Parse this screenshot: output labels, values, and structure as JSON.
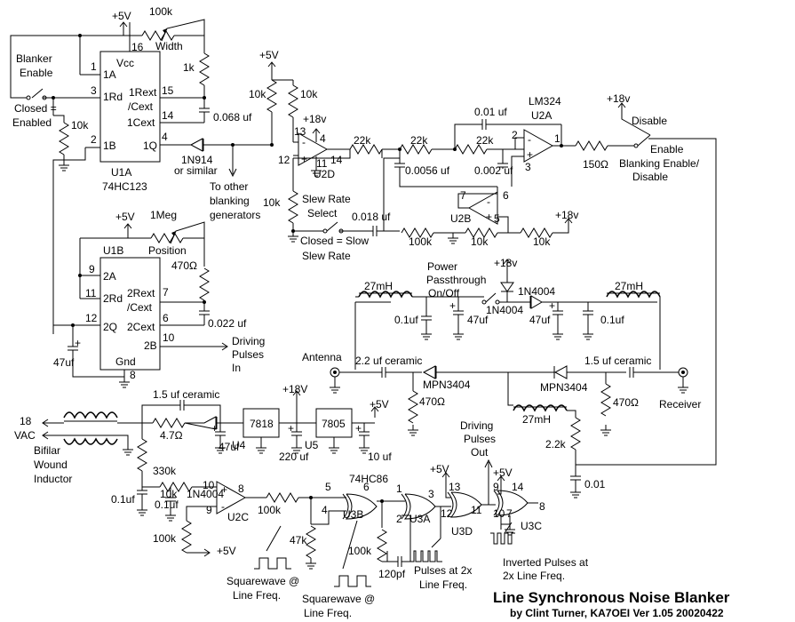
{
  "title": "Line Synchronous   Noise Blanker",
  "byline": "by Clint Turner, KA7OEI   Ver 1.05  20020422",
  "labels": {
    "blanker_enable": [
      "Blanker",
      "Enable"
    ],
    "closed_enabled": [
      "Closed =",
      "Enabled"
    ],
    "u1a_name": "U1A",
    "u1a_part": "74HC123",
    "u1a_pins": {
      "p1": "1",
      "p3": "3",
      "p2": "2",
      "p16": "16",
      "p15": "15",
      "p14": "14",
      "p4": "4"
    },
    "u1a_funcs": {
      "a": "1A",
      "rd": "1Rd",
      "b": "1B",
      "vcc": "Vcc",
      "rext": "1Rext",
      "cext1": "/Cext",
      "cext": "1Cext",
      "q": "1Q"
    },
    "u1b_name": "U1B",
    "u1b_pins": {
      "p9": "9",
      "p11": "11",
      "p12": "12",
      "p7": "7",
      "p6": "6",
      "p10": "10",
      "p8": "8"
    },
    "u1b_funcs": {
      "a": "2A",
      "rd": "2Rd",
      "q": "2Q",
      "rext": "2Rext",
      "cext1": "/Cext",
      "cext": "2Cext",
      "b": "2B",
      "gnd": "Gnd"
    },
    "plus5v": "+5V",
    "plus18v": "+18v",
    "plus18v_u": "+18V",
    "r100k": "100k",
    "width": "Width",
    "r1k": "1k",
    "c068": "0.068 uf",
    "r10k": "10k",
    "d1n914": [
      "1N914",
      "or similar"
    ],
    "to_other": [
      "To other",
      "blanking",
      "generators"
    ],
    "r1meg": "1Meg",
    "position": "Position",
    "r470": "470Ω",
    "c022": "0.022 uf",
    "driving_in": [
      "Driving",
      "Pulses",
      "In"
    ],
    "c47uf": "47uf",
    "u2d": "U2D",
    "u2d_pins": {
      "p13": "13",
      "p12": "12",
      "p14": "14",
      "p4": "4",
      "p11": "11"
    },
    "slew_rate_select": [
      "Slew Rate",
      "Select"
    ],
    "closed_slow": [
      "Closed = Slow",
      "Slew Rate"
    ],
    "c018": "0.018 uf",
    "r22k": "22k",
    "c01": "0.01 uf",
    "c0056": "0.0056 uf",
    "c002": "0.002 uf",
    "lm324": "LM324",
    "u2a": "U2A",
    "u2a_pins": {
      "p2": "2",
      "p3": "3",
      "p1": "1"
    },
    "u2b": "U2B",
    "u2b_pins": {
      "p7": "7",
      "p6": "6",
      "p5": "5"
    },
    "r150": "150Ω",
    "disable": "Disable",
    "enable": "Enable",
    "blanking_enable_disable": [
      "Blanking Enable/",
      "Disable"
    ],
    "power_pass": [
      "Power",
      "Passthrough",
      "On/Off"
    ],
    "d1n4004": "1N4004",
    "l27mh": "27mH",
    "c01uf": "0.1uf",
    "antenna": "Antenna",
    "c22ceramic": "2.2 uf ceramic",
    "c15ceramic": "1.5 uf ceramic",
    "mpn3404": "MPN3404",
    "receiver": "Receiver",
    "r22k2": "2.2k",
    "c001": "0.01",
    "vac18": [
      "18",
      "VAC"
    ],
    "bifilar": [
      "Bifilar",
      "Wound",
      "Inductor"
    ],
    "r47": "4.7Ω",
    "reg7818": "7818",
    "reg7805": "7805",
    "u4": "U4",
    "u5": "U5",
    "c220": "220 uf",
    "c10uf": "10 uf",
    "r330k": "330k",
    "u2c": "U2C",
    "u2c_pins": {
      "p10": "10",
      "p9": "9",
      "p8": "8"
    },
    "c01uf2": "0.1uf",
    "r47k": "47k",
    "c120pf": "120pf",
    "hc86": "74HC86",
    "u3b": "U3B",
    "u3a": "U3A",
    "u3d": "U3D",
    "u3c": "U3C",
    "xor_pins": {
      "p5": "5",
      "p4": "4",
      "p6": "6",
      "p1": "1",
      "p2": "2",
      "p3": "3",
      "p13": "13",
      "p12": "12",
      "p11": "11",
      "p9": "9",
      "p14": "14",
      "p10": "10",
      "p7": "7",
      "p8": "8"
    },
    "square1": [
      "Squarewave @",
      "Line Freq."
    ],
    "square2": [
      "Squarewave @",
      "Line Freq."
    ],
    "pulses2x": [
      "Pulses at 2x",
      "Line Freq."
    ],
    "driving_out": [
      "Driving",
      "Pulses",
      "Out"
    ],
    "inverted": [
      "Inverted Pulses at",
      "2x Line Freq."
    ]
  }
}
